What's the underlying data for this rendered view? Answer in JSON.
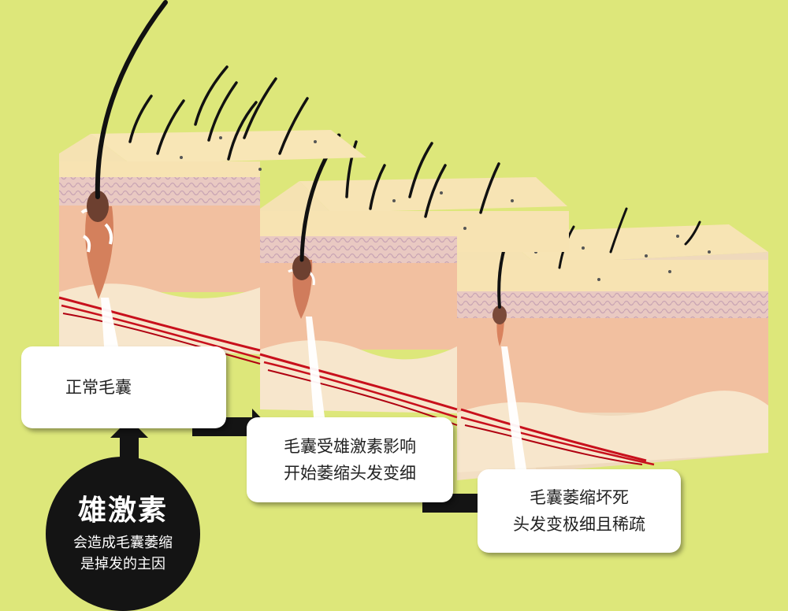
{
  "colors": {
    "background": "#dde77a",
    "skin_top": "#f6dfae",
    "dermis": "#f2c2a4",
    "vessel": "#c8101c",
    "hair": "#111111",
    "circle": "#141414"
  },
  "labels": {
    "normal_follicle": "正常毛囊",
    "stage2_line1": "毛囊受雄激素影响",
    "stage2_line2": "开始萎缩头发变细",
    "stage3_line1": "毛囊萎缩坏死",
    "stage3_line2": "头发变极细且稀疏"
  },
  "androgen": {
    "title": "雄激素",
    "line1": "会造成毛囊萎缩",
    "line2": "是掉发的主因"
  },
  "icons": [
    "arrow-right-icon",
    "arrow-right-icon",
    "arrow-up-icon"
  ]
}
